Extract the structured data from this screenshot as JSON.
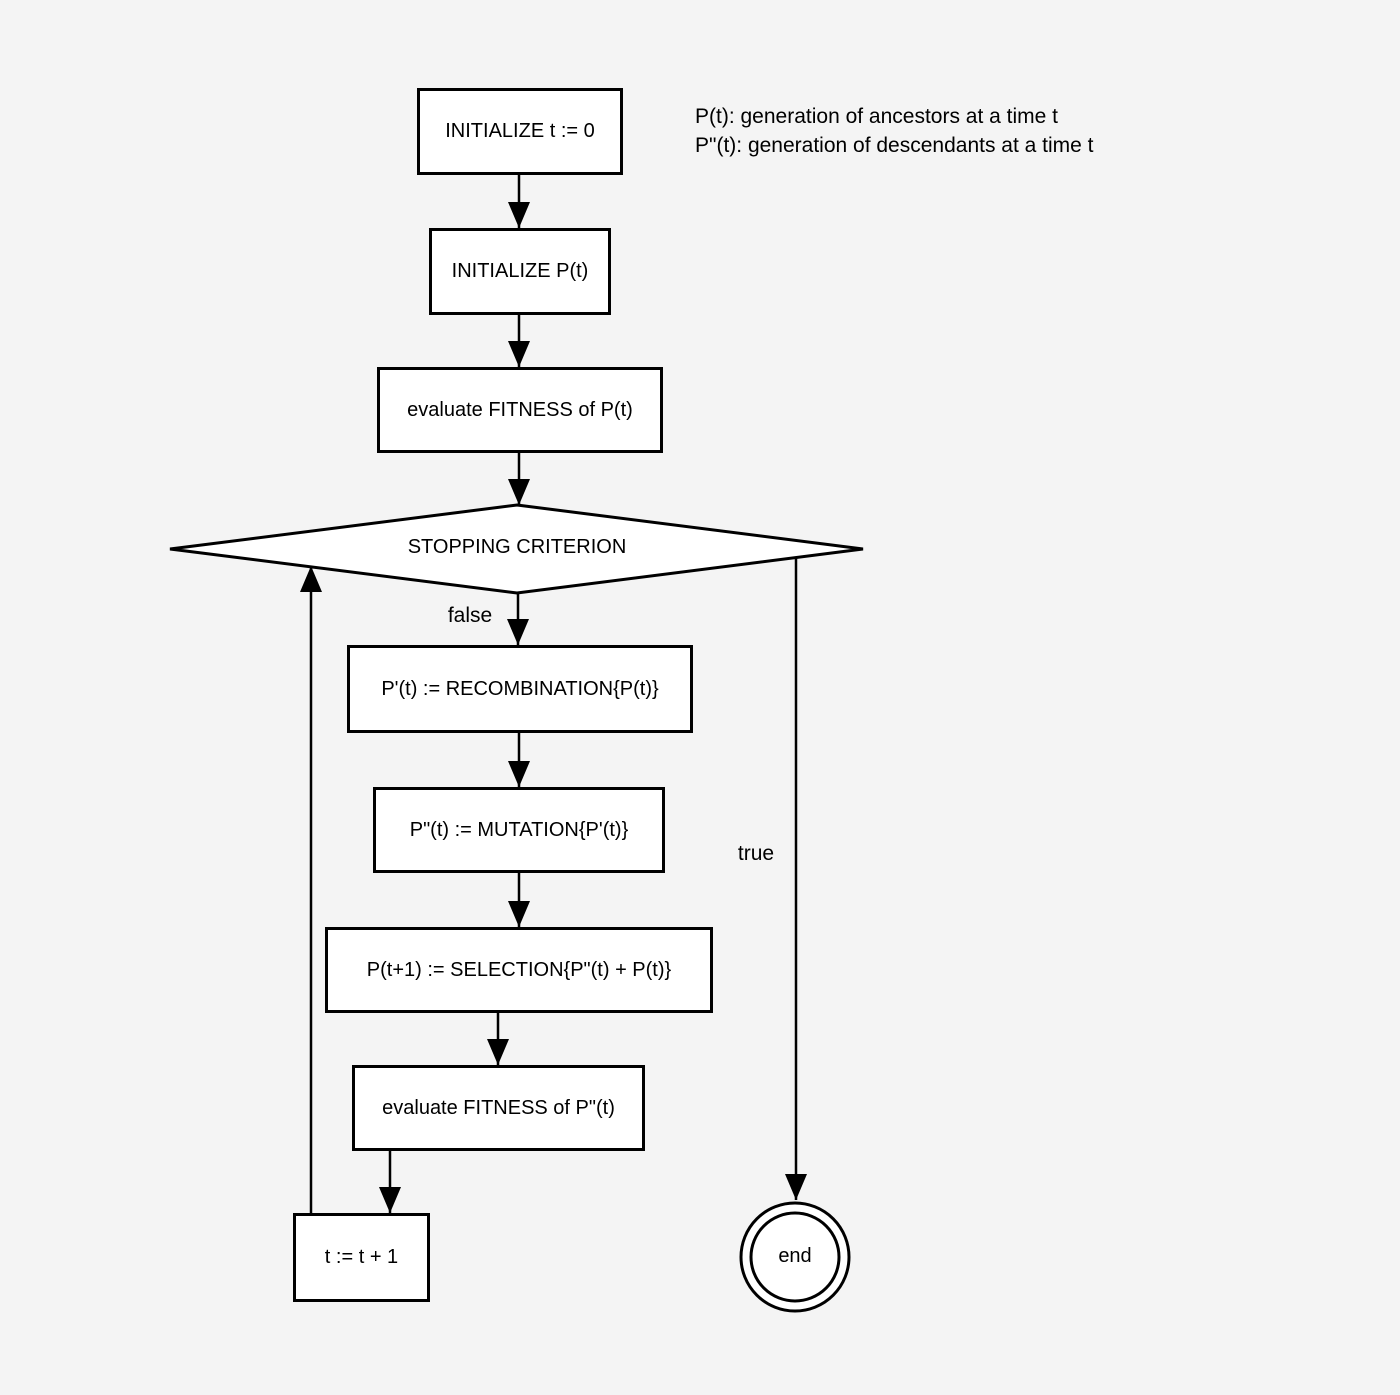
{
  "diagram": {
    "title_hint": "evolutionary-algorithm-flowchart",
    "colors": {
      "background": "#f4f4f4",
      "node_fill": "#ffffff",
      "stroke": "#000000",
      "text": "#000000"
    },
    "legend": {
      "line1": "P(t): generation of ancestors at a time t",
      "line2": "P\"(t): generation of descendants at a time t"
    },
    "nodes": {
      "init_t": {
        "label": "INITIALIZE t := 0",
        "shape": "rect"
      },
      "init_p": {
        "label": "INITIALIZE P(t)",
        "shape": "rect"
      },
      "eval_fitness_p": {
        "label": "evaluate FITNESS of P(t)",
        "shape": "rect"
      },
      "stopping_criterion": {
        "label": "STOPPING CRITERION",
        "shape": "diamond"
      },
      "recombination": {
        "label": "P'(t) := RECOMBINATION{P(t)}",
        "shape": "rect"
      },
      "mutation": {
        "label": "P\"(t) := MUTATION{P'(t)}",
        "shape": "rect"
      },
      "selection": {
        "label": "P(t+1) := SELECTION{P\"(t) + P(t)}",
        "shape": "rect"
      },
      "eval_fitness_p2": {
        "label": "evaluate FITNESS of P\"(t)",
        "shape": "rect"
      },
      "t_increment": {
        "label": "t := t + 1",
        "shape": "rect"
      },
      "end": {
        "label": "end",
        "shape": "double-circle"
      }
    },
    "edge_labels": {
      "false_branch": "false",
      "true_branch": "true"
    }
  }
}
